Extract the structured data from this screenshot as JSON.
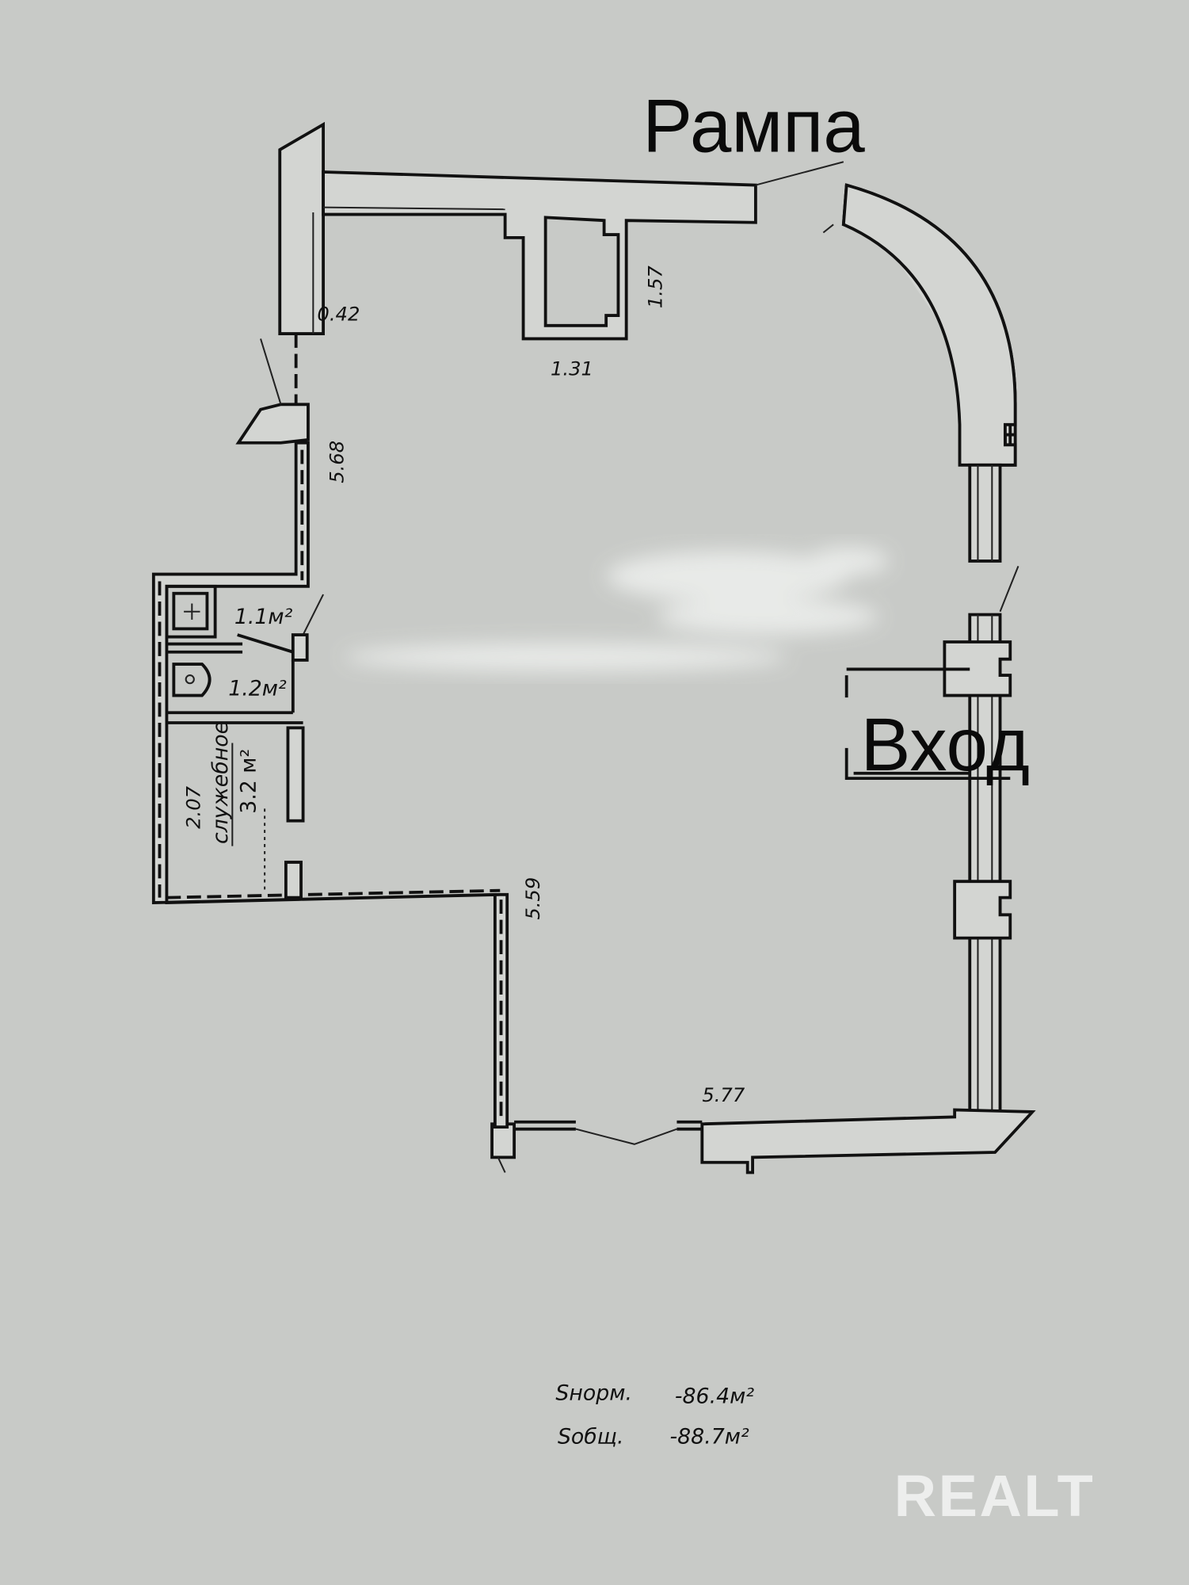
{
  "labels": {
    "ramp": "Рампа",
    "entrance": "Вход"
  },
  "dimensions": {
    "d_042": "0.42",
    "d_131": "1.31",
    "d_157": "1.57",
    "d_568": "5.68",
    "d_559": "5.59",
    "d_577": "5.77",
    "d_207": "2.07"
  },
  "rooms": {
    "shower_area": "1.1м²",
    "wc_area": "1.2м²",
    "service_name": "служебное",
    "service_area": "3.2 м²"
  },
  "totals": {
    "norm_label": "Sнорм.",
    "norm_value": "-86.4м²",
    "total_label": "Sобщ.",
    "total_value": "-88.7м²"
  },
  "watermark": "REALT",
  "colors": {
    "background": "#c8cac7",
    "lines": "#111111"
  }
}
